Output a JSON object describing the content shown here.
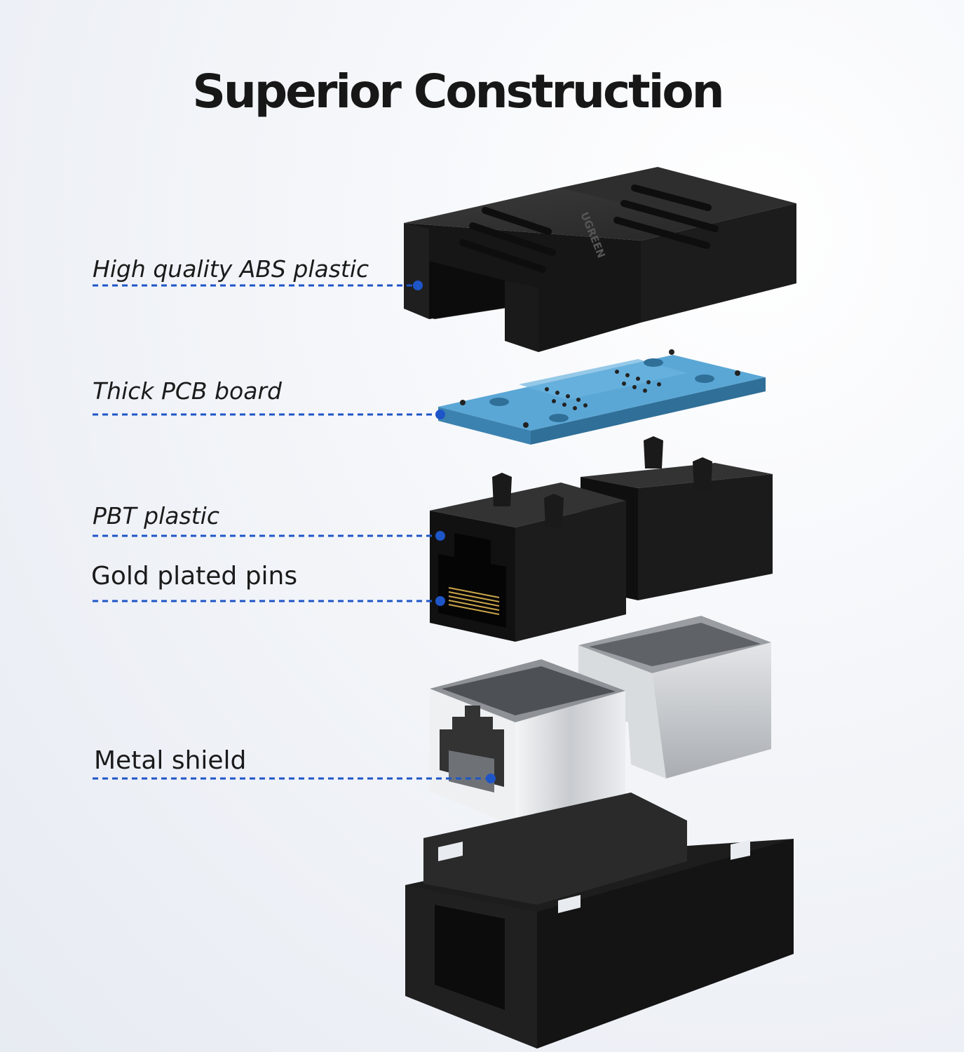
{
  "title": "Superior Construction",
  "labels": [
    {
      "id": "abs",
      "text": "High quality ABS plastic"
    },
    {
      "id": "pcb",
      "text": "Thick PCB board"
    },
    {
      "id": "pbt",
      "text": "PBT plastic"
    },
    {
      "id": "pins",
      "text": "Gold plated pins"
    },
    {
      "id": "shield",
      "text": "Metal shield"
    }
  ],
  "brand_mark": "UGREEN",
  "colors": {
    "leader_line": "#1e55c7",
    "housing": "#1f1f1f",
    "pcb": "#4f9dcc",
    "metal": "#d4d7db"
  }
}
